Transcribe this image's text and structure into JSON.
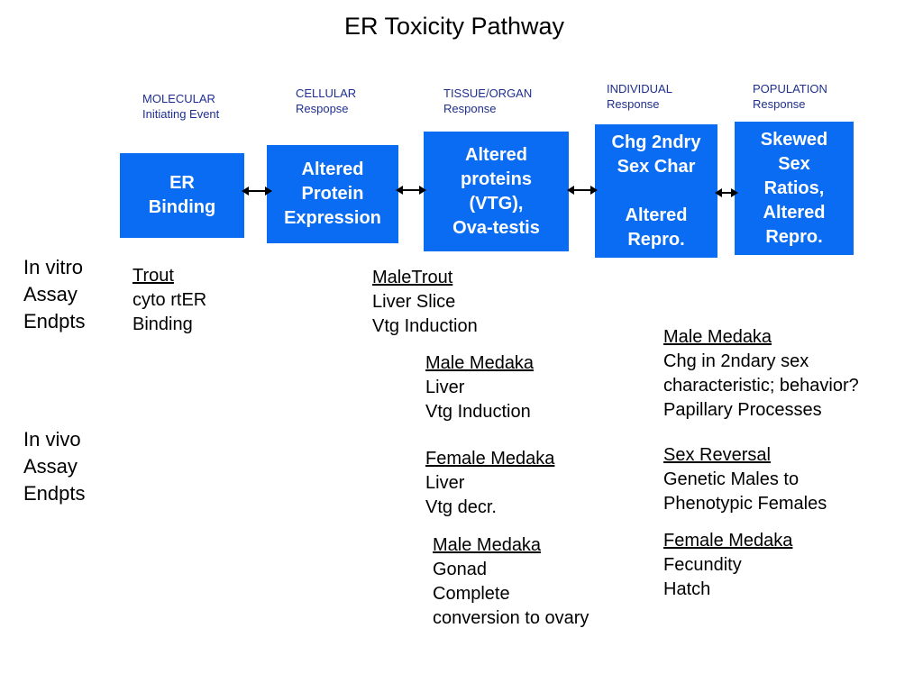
{
  "title": "ER Toxicity Pathway",
  "levels": {
    "molecular": "MOLECULAR\nInitiating Event",
    "cellular": "CELLULAR\nRespopse",
    "tissue": "TISSUE/ORGAN\nResponse",
    "individual": "INDIVIDUAL\nResponse",
    "population": "POPULATION\nResponse"
  },
  "boxes": {
    "er_binding": "ER\nBinding",
    "protein_expression": "Altered\nProtein\nExpression",
    "altered_proteins": "Altered\nproteins\n(VTG),\nOva-testis",
    "sex_char": "Chg 2ndry\nSex Char\n\nAltered\nRepro.",
    "sex_ratios": "Skewed\nSex\nRatios,\nAltered\nRepro."
  },
  "side_labels": {
    "in_vitro": "In vitro\nAssay\nEndpts",
    "in_vivo": "In vivo\nAssay\nEndpts"
  },
  "endpoints": {
    "trout": {
      "heading": "Trout",
      "body": "cyto rtER\nBinding"
    },
    "maletrout": {
      "heading": "MaleTrout",
      "body": "Liver Slice\nVtg Induction"
    },
    "male_medaka_liver": {
      "heading": "Male Medaka",
      "body": "Liver\nVtg Induction"
    },
    "female_medaka_liver": {
      "heading": "Female Medaka",
      "body": "Liver\nVtg decr."
    },
    "male_medaka_gonad": {
      "heading": "Male Medaka",
      "body": "Gonad\nComplete\nconversion to ovary"
    },
    "male_medaka_chg": {
      "heading": "Male Medaka",
      "body": "Chg in 2ndary sex\ncharacteristic; behavior?\nPapillary Processes"
    },
    "sex_reversal": {
      "heading": "Sex Reversal",
      "body": "Genetic Males to\nPhenotypic  Females"
    },
    "female_medaka_fecundity": {
      "heading": "Female Medaka",
      "body": "Fecundity\nHatch"
    }
  },
  "colors": {
    "box_fill": "#0a6cf2",
    "box_text": "#ffffff",
    "level_text": "#1f2f8f"
  }
}
